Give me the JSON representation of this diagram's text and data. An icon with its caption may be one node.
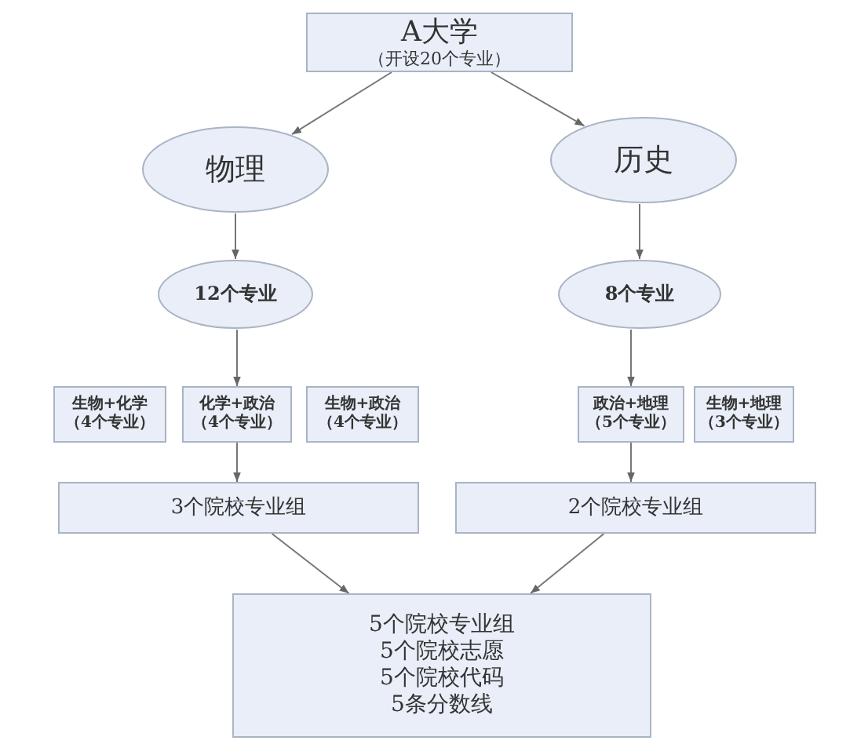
{
  "diagram": {
    "nodes": [
      {
        "text": [
          "A大学",
          "（开设20个专业）"
        ]
      },
      {
        "text": [
          "物理"
        ]
      },
      {
        "text": [
          "历史"
        ]
      },
      {
        "text": [
          "12个专业"
        ]
      },
      {
        "text": [
          "8个专业"
        ]
      },
      {
        "text": [
          "生物+化学",
          "（4个专业）"
        ]
      },
      {
        "text": [
          "化学+政治",
          "（4个专业）"
        ]
      },
      {
        "text": [
          "生物+政治",
          "（4个专业）"
        ]
      },
      {
        "text": [
          "政治+地理",
          "（5个专业）"
        ]
      },
      {
        "text": [
          "生物+地理",
          "（3个专业）"
        ]
      },
      {
        "text": [
          "3个院校专业组"
        ]
      },
      {
        "text": [
          "2个院校专业组"
        ]
      },
      {
        "text": [
          "5个院校专业组",
          "5个院校志愿",
          "5个院校代码",
          "5条分数线"
        ]
      }
    ],
    "edges": [
      {
        "from": 0,
        "to": 1,
        "arrow": "to"
      },
      {
        "from": 0,
        "to": 2,
        "arrow": "to"
      },
      {
        "from": 1,
        "to": 3,
        "arrow": "to"
      },
      {
        "from": 2,
        "to": 4,
        "arrow": "to"
      },
      {
        "from": 3,
        "to": 6,
        "arrow": "to"
      },
      {
        "from": 4,
        "to": 8,
        "arrow": "to"
      },
      {
        "from": 6,
        "to": 10,
        "arrow": "to"
      },
      {
        "from": 8,
        "to": 11,
        "arrow": "to"
      },
      {
        "from": 10,
        "to": 12,
        "arrow": "to"
      },
      {
        "from": 11,
        "to": 12,
        "arrow": "to"
      }
    ]
  }
}
